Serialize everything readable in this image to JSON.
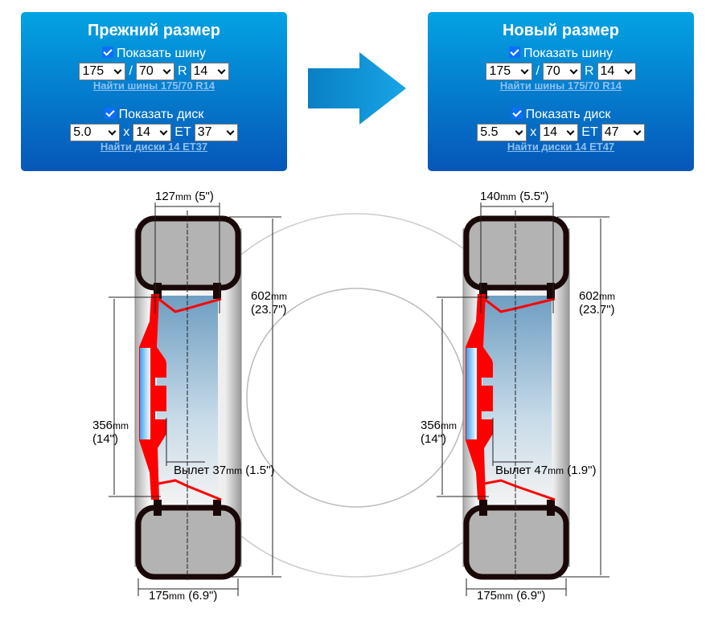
{
  "panels": [
    {
      "title": "Прежний размер",
      "show_tire": "Показать шину",
      "tire_width": "175",
      "sep1": "/",
      "profile": "70",
      "r": "R",
      "diameter": "14",
      "tire_link": "Найти шины 175/70 R14",
      "show_disc": "Показать диск",
      "disc_width": "5.0",
      "x": "x",
      "disc_diameter": "14",
      "et_label": "ET",
      "et": "37",
      "disc_link": "Найти диски 14 ET37"
    },
    {
      "title": "Новый размер",
      "show_tire": "Показать шину",
      "tire_width": "175",
      "sep1": "/",
      "profile": "70",
      "r": "R",
      "diameter": "14",
      "tire_link": "Найти шины 175/70 R14",
      "show_disc": "Показать диск",
      "disc_width": "5.5",
      "x": "x",
      "disc_diameter": "14",
      "et_label": "ET",
      "et": "47",
      "disc_link": "Найти диски 14 ET47"
    }
  ],
  "arrow_icon": "right-arrow-icon",
  "diagrams": [
    {
      "rim_w": "127",
      "rim_in": " (5\")",
      "outer_d": "602",
      "outer_in": "(23.7\")",
      "rim_d": "356",
      "rim_d_in": "(14\")",
      "offset_label": "Вылет 37",
      "offset_in": " (1.5\")",
      "tire_w": "175",
      "tire_in": " (6.9\")"
    },
    {
      "rim_w": "140",
      "rim_in": " (5.5\")",
      "outer_d": "602",
      "outer_in": "(23.7\")",
      "rim_d": "356",
      "rim_d_in": "(14\")",
      "offset_label": "Вылет 47",
      "offset_in": " (1.9\")",
      "tire_w": "175",
      "tire_in": " (6.9\")"
    }
  ],
  "unit": "mm",
  "colors": {
    "panel_top": "#03a3e3",
    "panel_bottom": "#0656b8",
    "disc": "#ff0000",
    "arrow": "#0a8fd0"
  }
}
